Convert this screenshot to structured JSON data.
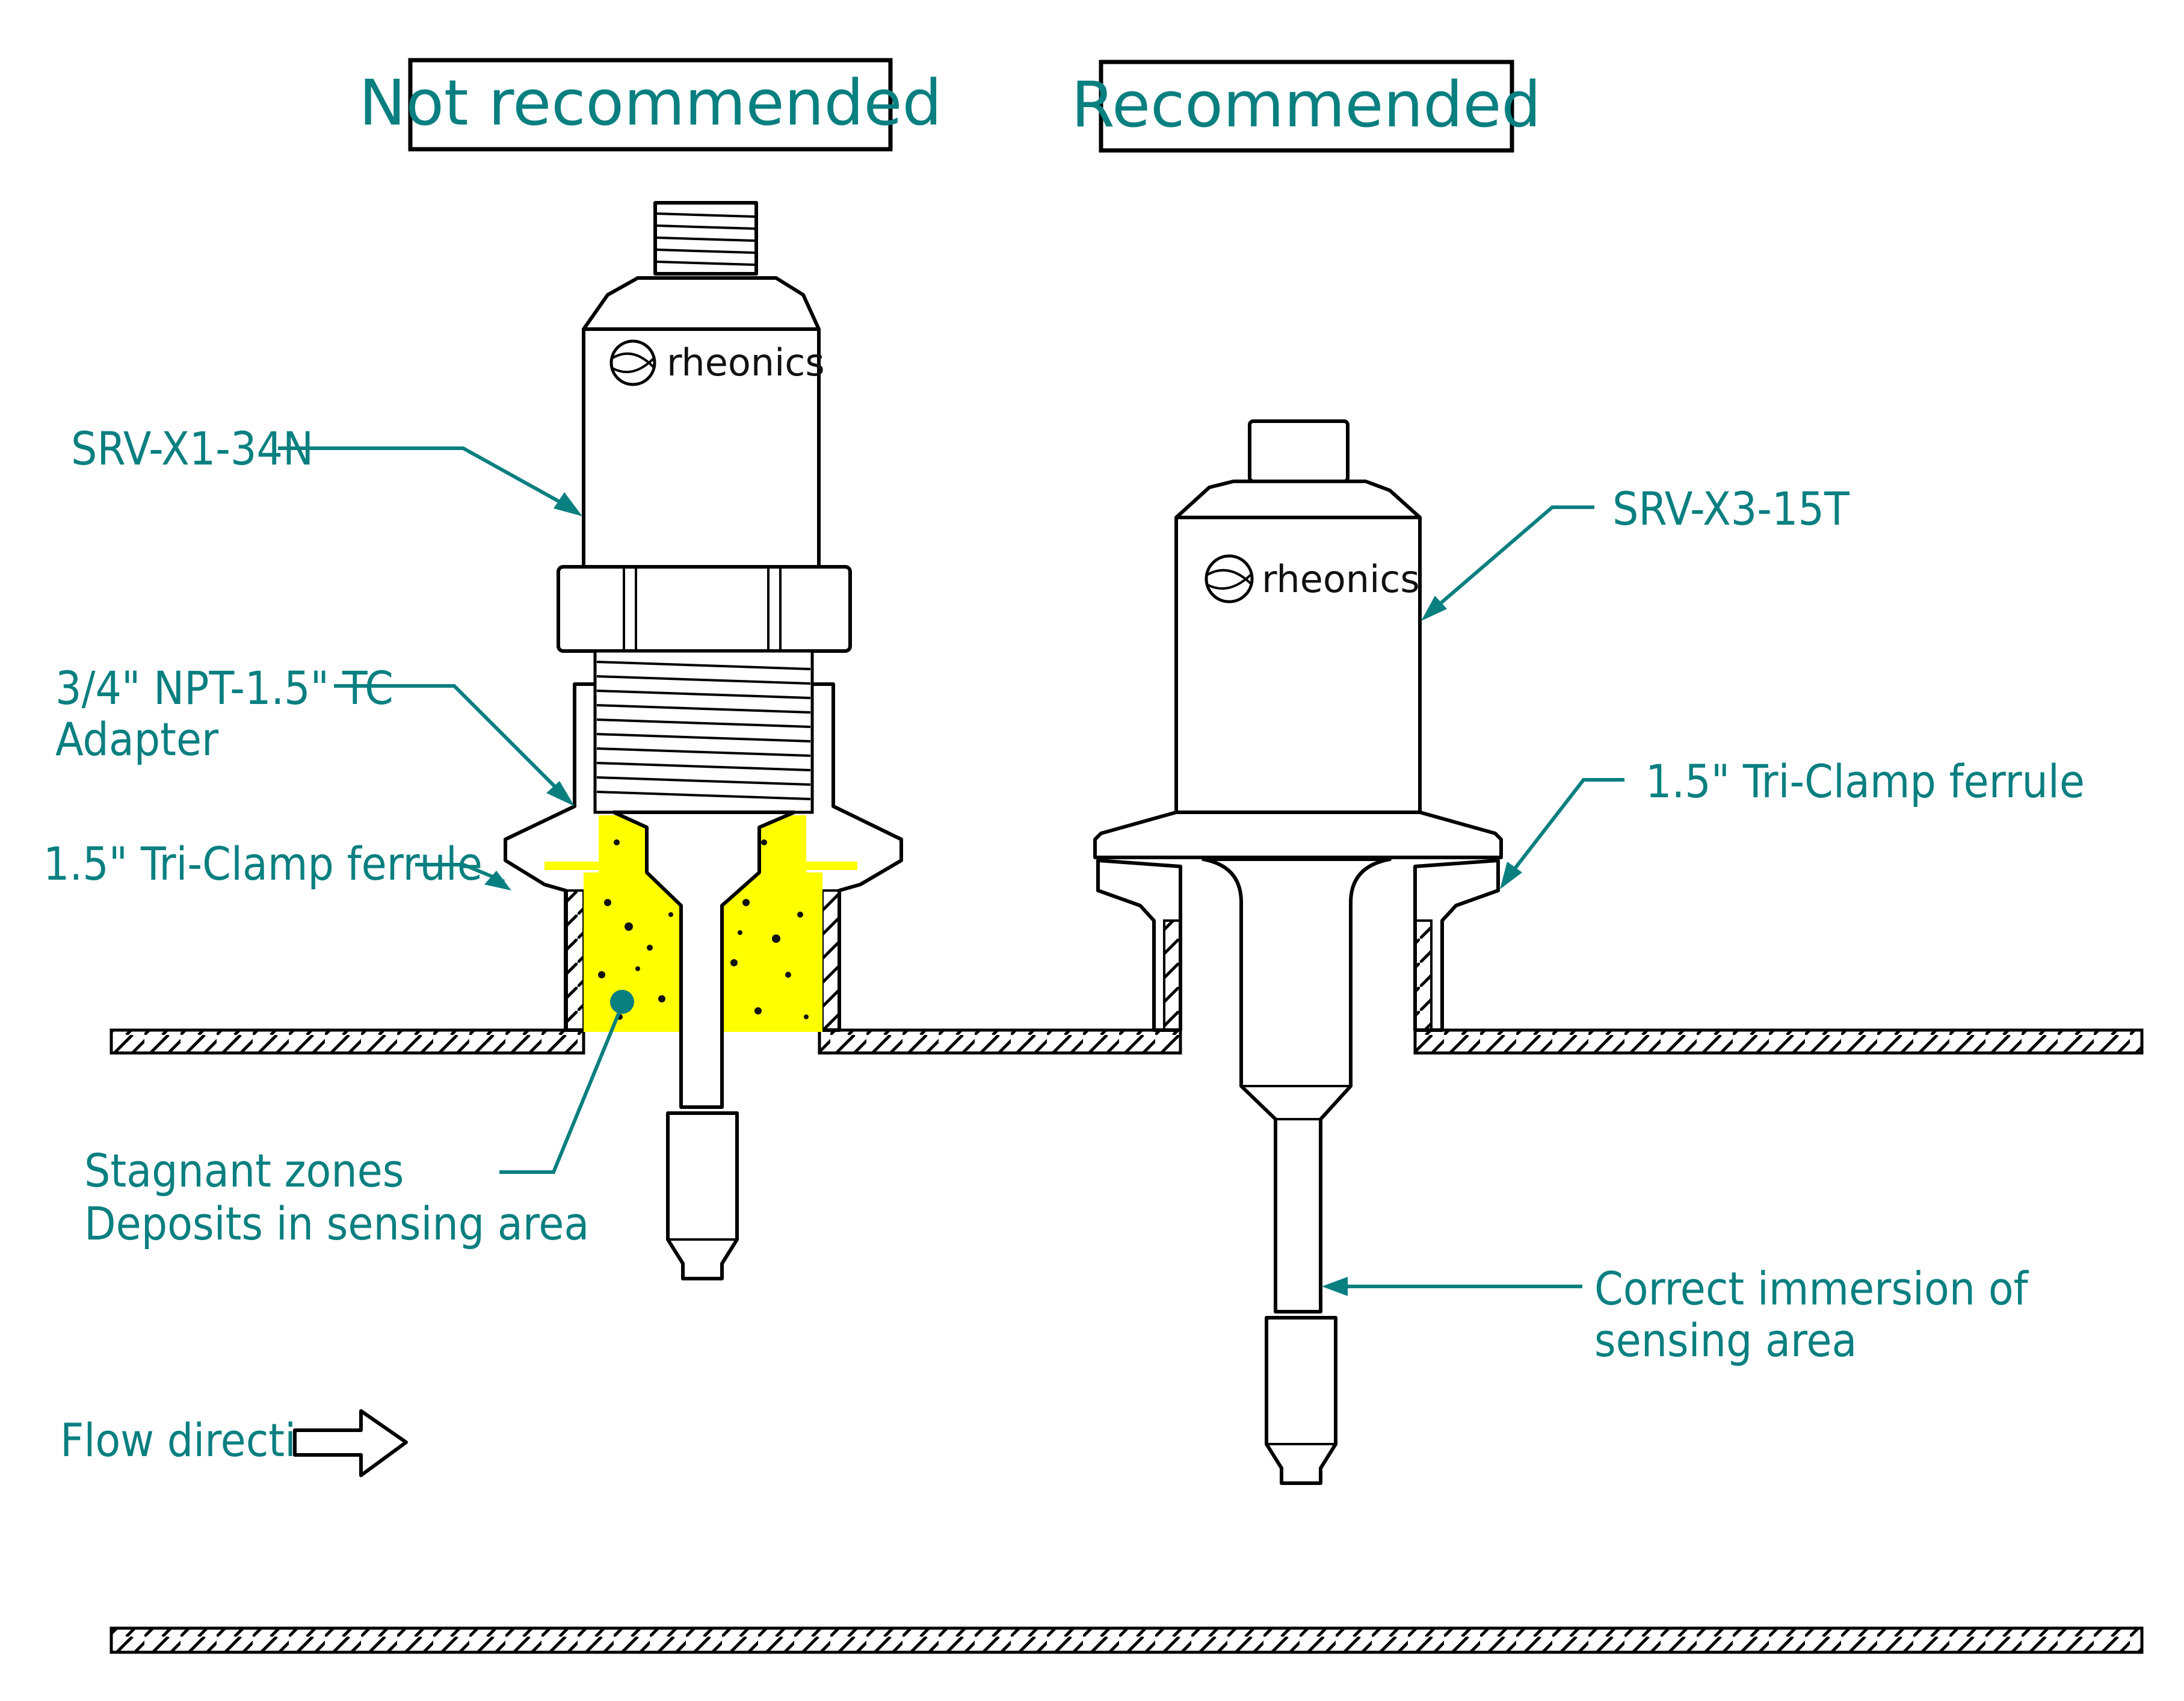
{
  "colors": {
    "label": "#0a7f80",
    "deposit": "#ffff00",
    "line": "#000000",
    "background": "#ffffff"
  },
  "headings": {
    "not_recommended": "Not recommended",
    "recommended": "Recommended"
  },
  "left_sensor": {
    "brand": "rheonics",
    "labels": {
      "model": "SRV-X1-34N",
      "adapter_line1": "3/4\" NPT-1.5\" TC",
      "adapter_line2": "Adapter",
      "ferrule": "1.5\" Tri-Clamp ferrule",
      "stagnant_line1": "Stagnant zones",
      "stagnant_line2": "Deposits in sensing area"
    }
  },
  "right_sensor": {
    "brand": "rheonics",
    "labels": {
      "model": "SRV-X3-15T",
      "ferrule": "1.5\" Tri-Clamp ferrule",
      "immersion_line1": "Correct immersion of",
      "immersion_line2": "sensing area"
    }
  },
  "flow": {
    "label": "Flow direction",
    "icon": "arrow-right-outline-icon"
  }
}
